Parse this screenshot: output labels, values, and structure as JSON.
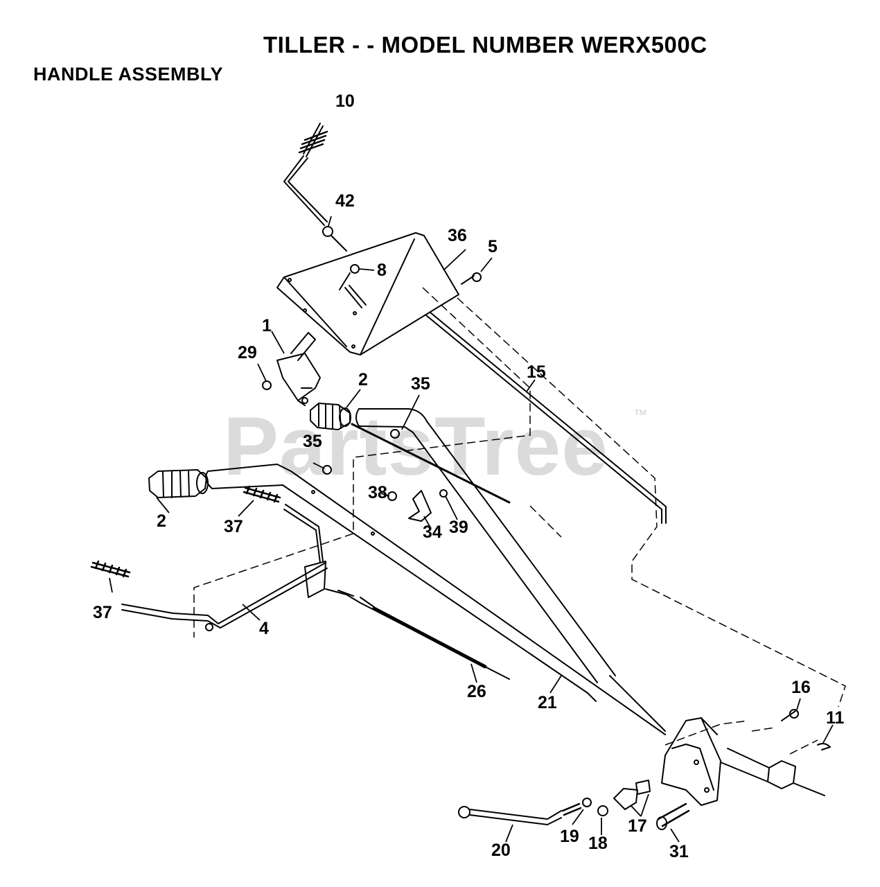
{
  "title": "TILLER - - MODEL NUMBER WERX500C",
  "subtitle": "HANDLE ASSEMBLY",
  "watermark": {
    "text": "PartsTree",
    "tm": "™"
  },
  "colors": {
    "ink": "#000000",
    "watermark": "#cfcfcf",
    "background": "#ffffff"
  },
  "callouts": [
    {
      "id": "c10",
      "label": "10"
    },
    {
      "id": "c42",
      "label": "42"
    },
    {
      "id": "c36",
      "label": "36"
    },
    {
      "id": "c5",
      "label": "5"
    },
    {
      "id": "c8",
      "label": "8"
    },
    {
      "id": "c1",
      "label": "1"
    },
    {
      "id": "c29",
      "label": "29"
    },
    {
      "id": "c2a",
      "label": "2"
    },
    {
      "id": "c35a",
      "label": "35"
    },
    {
      "id": "c15",
      "label": "15"
    },
    {
      "id": "c35b",
      "label": "35"
    },
    {
      "id": "c2b",
      "label": "2"
    },
    {
      "id": "c37a",
      "label": "37"
    },
    {
      "id": "c38",
      "label": "38"
    },
    {
      "id": "c39",
      "label": "39"
    },
    {
      "id": "c34",
      "label": "34"
    },
    {
      "id": "c37b",
      "label": "37"
    },
    {
      "id": "c4",
      "label": "4"
    },
    {
      "id": "c26",
      "label": "26"
    },
    {
      "id": "c21",
      "label": "21"
    },
    {
      "id": "c16",
      "label": "16"
    },
    {
      "id": "c11",
      "label": "11"
    },
    {
      "id": "c17",
      "label": "17"
    },
    {
      "id": "c20",
      "label": "20"
    },
    {
      "id": "c19",
      "label": "19"
    },
    {
      "id": "c18",
      "label": "18"
    },
    {
      "id": "c31",
      "label": "31"
    }
  ]
}
